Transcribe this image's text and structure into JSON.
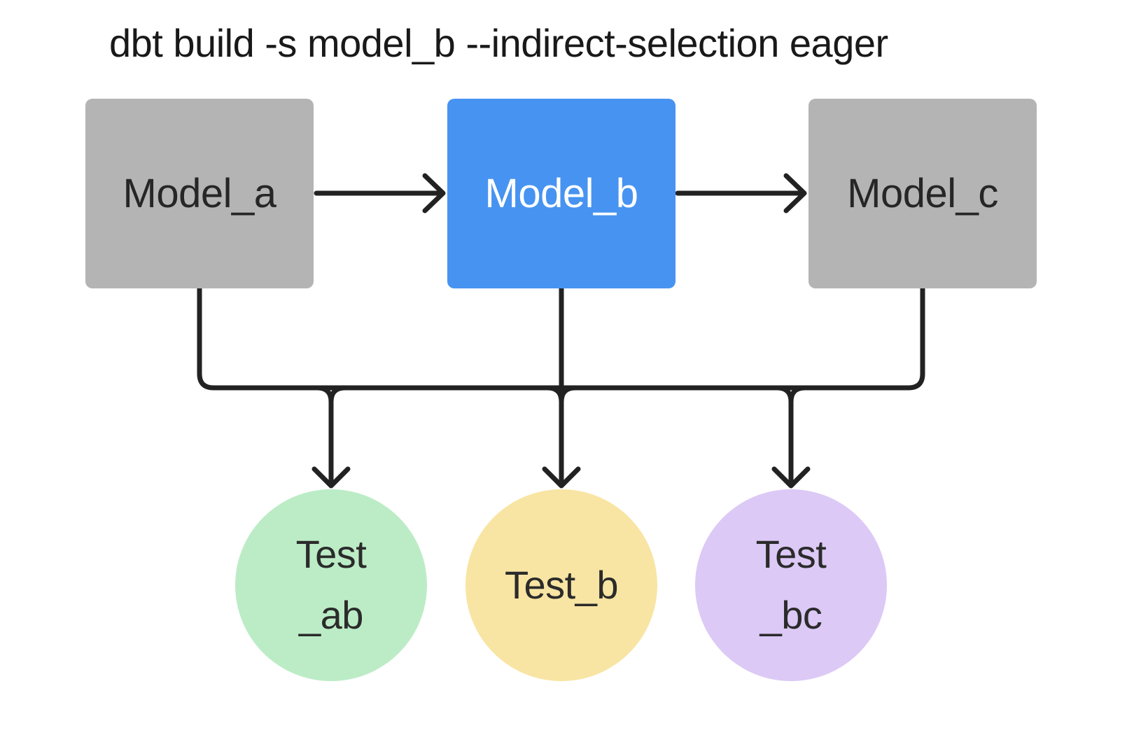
{
  "title": "dbt build -s model_b --indirect-selection eager",
  "nodes": {
    "model_a": {
      "label": "Model_a",
      "type": "model",
      "selected": false
    },
    "model_b": {
      "label": "Model_b",
      "type": "model",
      "selected": true
    },
    "model_c": {
      "label": "Model_c",
      "type": "model",
      "selected": false
    },
    "test_ab": {
      "label": "Test\n_ab",
      "type": "test"
    },
    "test_b": {
      "label": "Test_b",
      "type": "test"
    },
    "test_bc": {
      "label": "Test\n_bc",
      "type": "test"
    }
  },
  "edges": [
    {
      "from": "model_a",
      "to": "model_b"
    },
    {
      "from": "model_b",
      "to": "model_c"
    },
    {
      "from": "model_a",
      "to": "bus"
    },
    {
      "from": "model_b",
      "to": "bus"
    },
    {
      "from": "model_c",
      "to": "bus"
    },
    {
      "from": "bus",
      "to": "test_ab"
    },
    {
      "from": "bus",
      "to": "test_b"
    },
    {
      "from": "bus",
      "to": "test_bc"
    }
  ],
  "colors": {
    "background": "#ffffff",
    "edge": "#222222",
    "title_text": "#191919",
    "model_default_bg": "#b4b4b4",
    "model_default_text": "#262626",
    "model_selected_bg": "#4793f1",
    "model_selected_text": "#ffffff",
    "test_ab_bg": "#bcecc6",
    "test_b_bg": "#f8e5a3",
    "test_bc_bg": "#dcc9f6",
    "test_text": "#2b2b2b"
  }
}
